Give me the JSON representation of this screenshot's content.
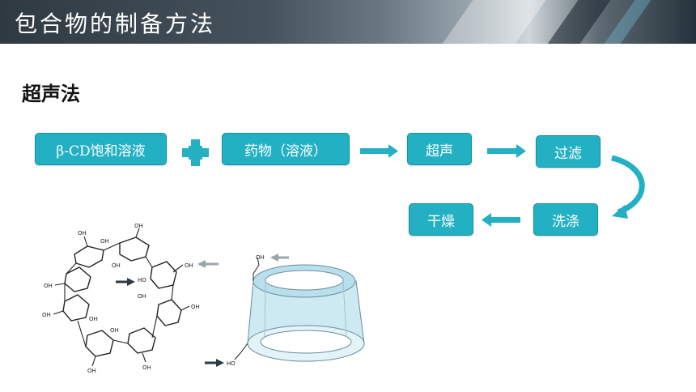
{
  "header": {
    "title": "包合物的制备方法"
  },
  "section": {
    "title": "超声法"
  },
  "flow": {
    "steps": [
      "β-CD饱和溶液",
      "药物（溶液）",
      "超声",
      "过滤",
      "洗涤",
      "干燥"
    ],
    "plus_symbol": "+"
  },
  "molecule": {
    "hydroxyl_label": "OH",
    "ho_label": "HO"
  },
  "colors": {
    "box_fill": "#23b0c3",
    "arrow": "#23b0c3",
    "cone_fill": "#cde9f2",
    "pointer_dark": "#2c3a44",
    "pointer_light": "#9aa6ae"
  }
}
